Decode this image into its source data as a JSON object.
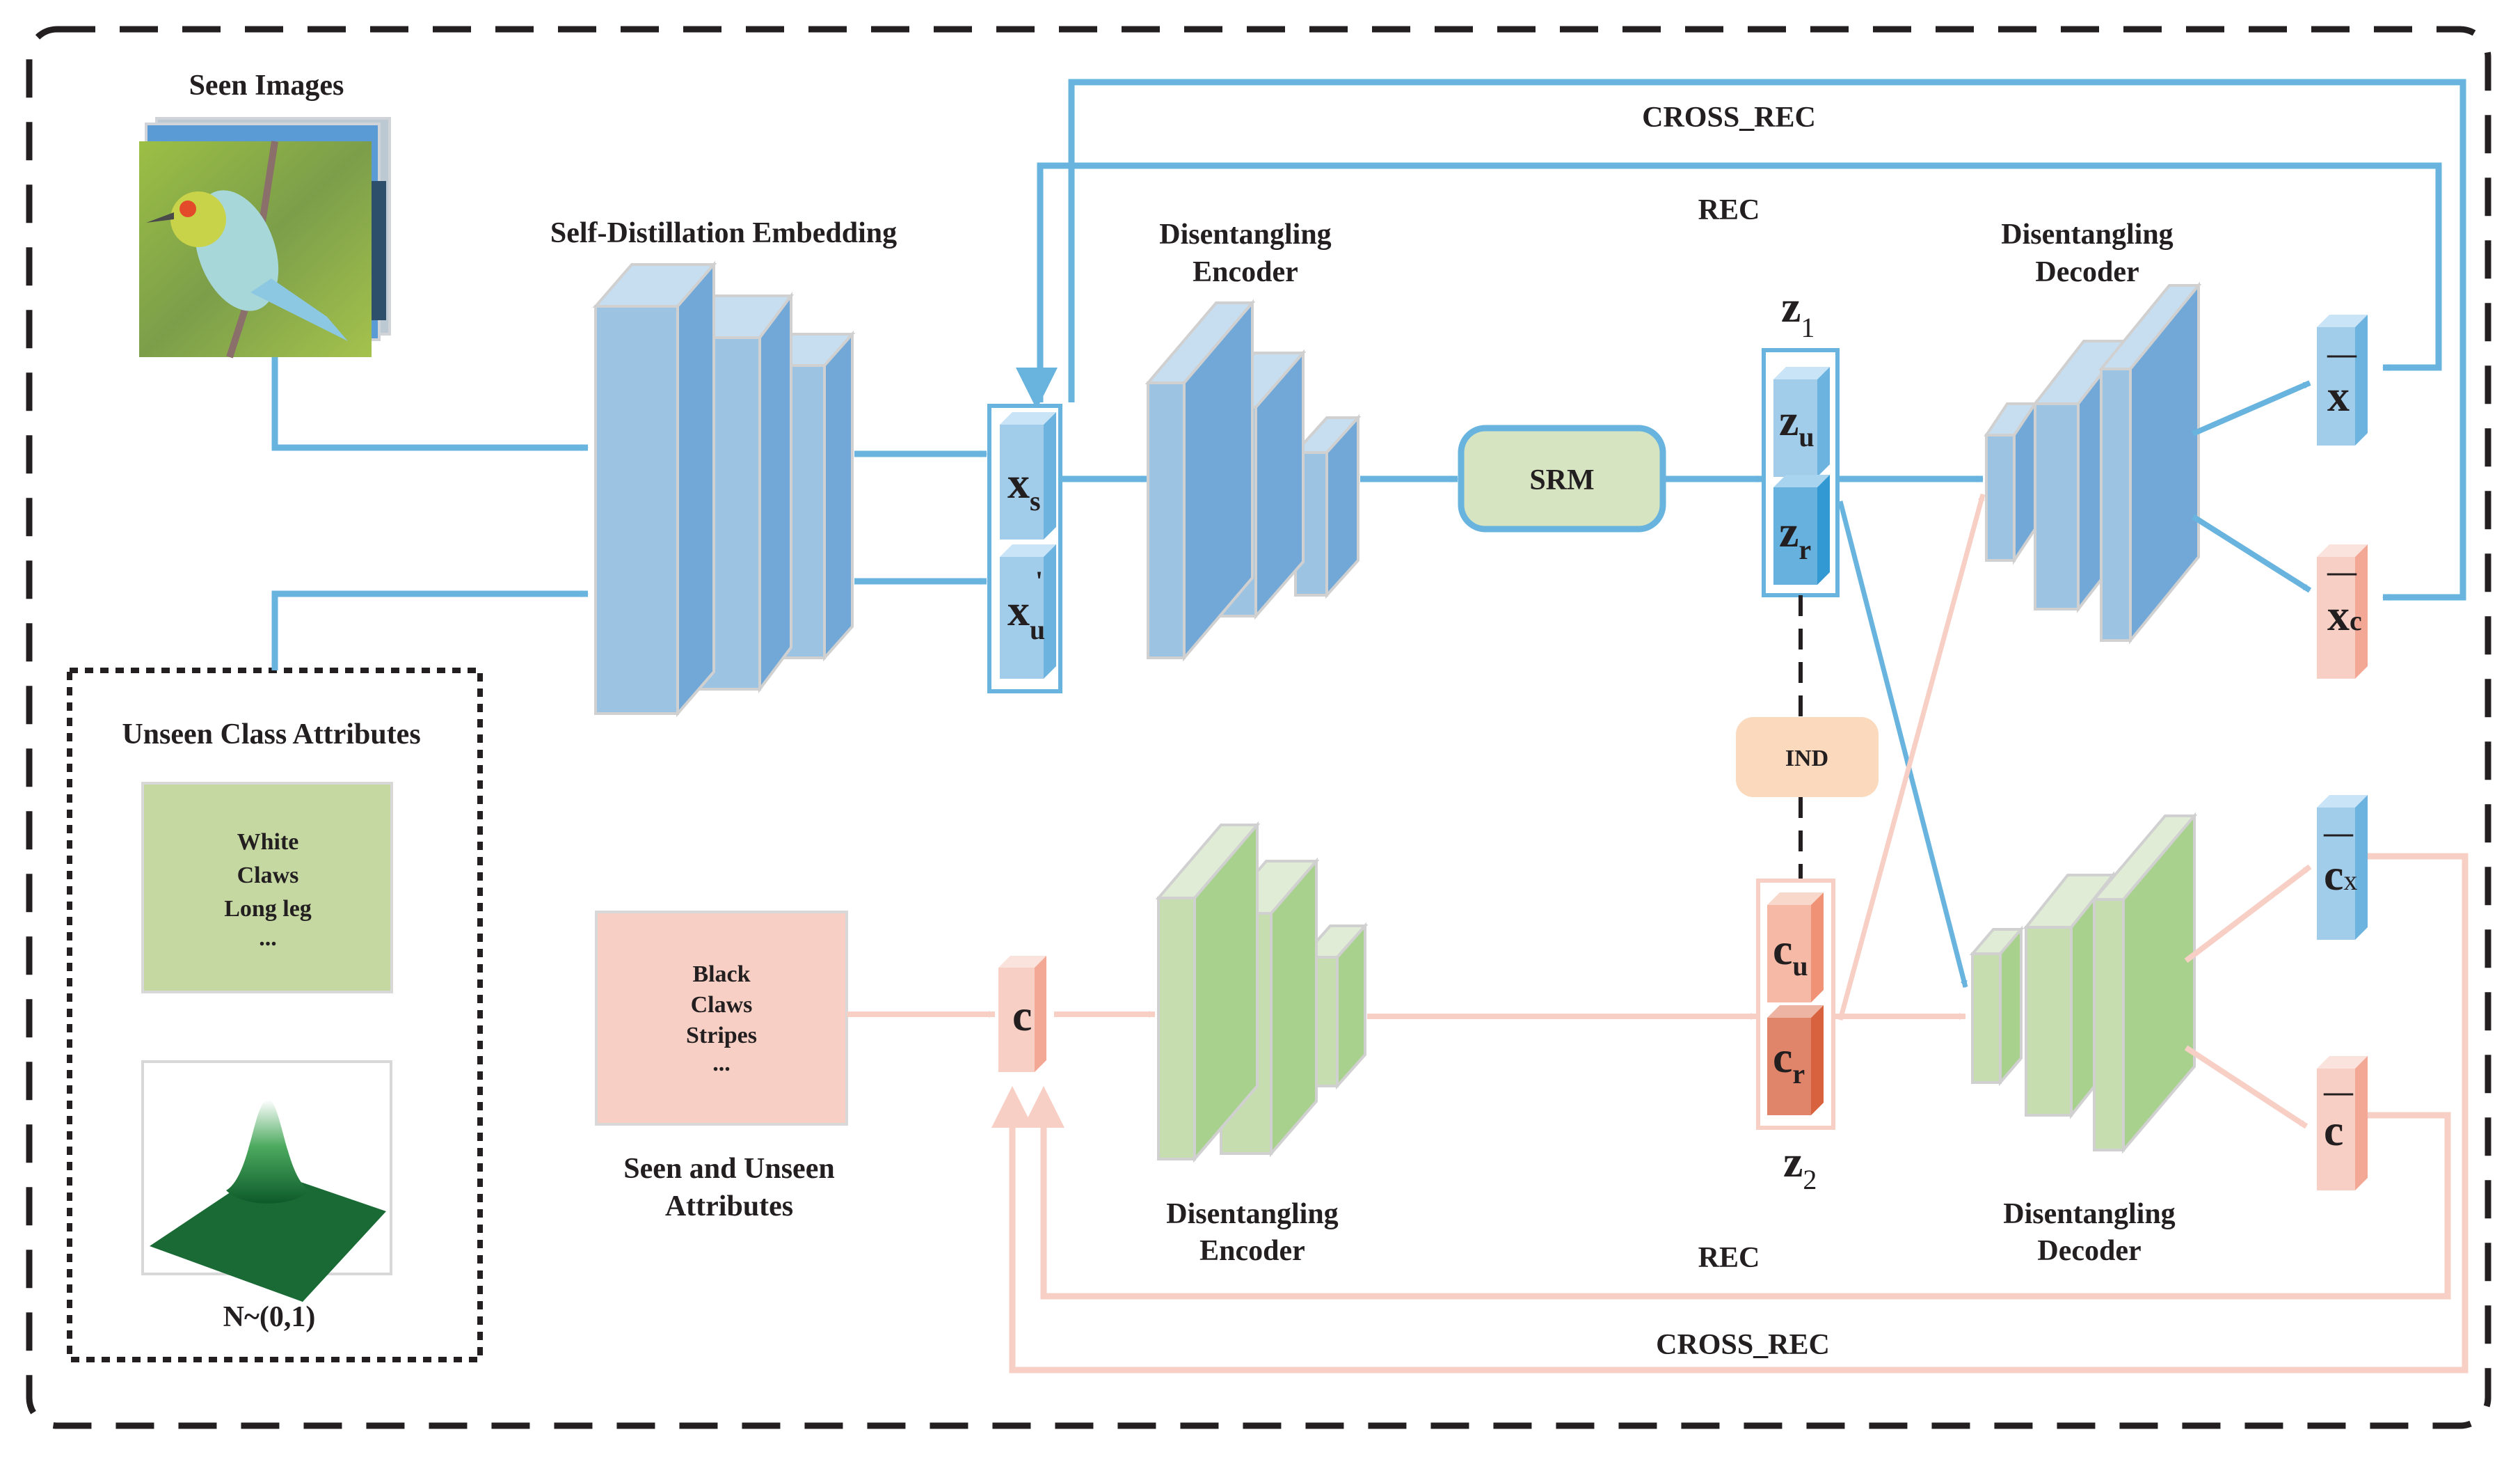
{
  "labels": {
    "seen_images": "Seen Images",
    "self_distillation": "Self-Distillation Embedding",
    "enc_top_1": "Disentangling",
    "enc_top_2": "Encoder",
    "dec_top_1": "Disentangling",
    "dec_top_2": "Decoder",
    "enc_bot_1": "Disentangling",
    "enc_bot_2": "Encoder",
    "dec_bot_1": "Disentangling",
    "dec_bot_2": "Decoder",
    "cross_rec_top": "CROSS_REC",
    "rec_top": "REC",
    "rec_bottom": "REC",
    "cross_rec_bottom": "CROSS_REC",
    "srm": "SRM",
    "ind": "IND",
    "unseen_class_attributes": "Unseen Class Attributes",
    "normal_dist": "N~(0,1)",
    "seen_unseen_1": "Seen and Unseen",
    "seen_unseen_2": "Attributes"
  },
  "unseen_attr_box": [
    "White",
    "Claws",
    "Long leg",
    "..."
  ],
  "seen_attr_box": [
    "Black",
    "Claws",
    "Stripes",
    "..."
  ],
  "variables": {
    "xs": {
      "main": "x",
      "sub": "s"
    },
    "xu": {
      "main": "x",
      "sub": "u",
      "prime": "'"
    },
    "z1": {
      "main": "z",
      "sub": "1"
    },
    "zu": {
      "main": "z",
      "sub": "u"
    },
    "zr": {
      "main": "z",
      "sub": "r"
    },
    "z2": {
      "main": "z",
      "sub": "2"
    },
    "c": {
      "main": "c"
    },
    "cu": {
      "main": "c",
      "sub": "u"
    },
    "cr": {
      "main": "c",
      "sub": "r"
    },
    "x_bar": {
      "main": "x",
      "bar": "—"
    },
    "xc_bar": {
      "main": "x",
      "sub": "c",
      "bar": "—"
    },
    "cx_bar": {
      "main": "c",
      "sub": "x",
      "bar": "—"
    },
    "c_bar": {
      "main": "c",
      "bar": "—"
    }
  },
  "colors": {
    "blue_line": "#68b4df",
    "pink_line": "#f7cfc5",
    "blue_block_front": "#9dc3e3",
    "blue_block_top": "#c7def1",
    "blue_block_side": "#72a8d7",
    "green_block_front": "#c6ddb0",
    "green_block_top": "#e0ecd5",
    "green_block_side": "#a9d18e",
    "srm_fill": "#d7e4c1",
    "ind_fill": "#fad9bd",
    "seen_attr_fill": "#f7cfc5",
    "unseen_attr_fill": "#c5d8a2",
    "dash": "#231f20"
  }
}
